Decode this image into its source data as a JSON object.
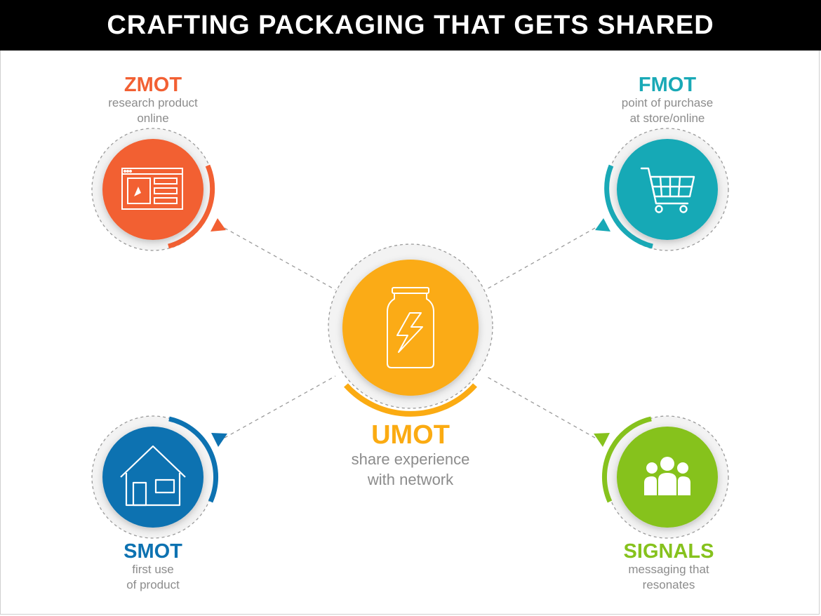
{
  "title": "CRAFTING PACKAGING THAT GETS SHARED",
  "colors": {
    "zmot": "#f26033",
    "fmot": "#19a9b6",
    "umot": "#fbab12",
    "smot": "#0d72b1",
    "signals": "#86c21d",
    "sub_text": "#8c8c8c"
  },
  "nodes": {
    "zmot": {
      "label": "ZMOT",
      "desc1": "research product",
      "desc2": "online",
      "icon": "browser-window-icon"
    },
    "fmot": {
      "label": "FMOT",
      "desc1": "point of purchase",
      "desc2": "at store/online",
      "icon": "shopping-cart-icon"
    },
    "umot": {
      "label": "UMOT",
      "desc1": "share experience",
      "desc2": "with network",
      "icon": "energy-drink-jar-icon"
    },
    "smot": {
      "label": "SMOT",
      "desc1": "first use",
      "desc2": "of product",
      "icon": "house-icon"
    },
    "signals": {
      "label": "SIGNALS",
      "desc1": "messaging that",
      "desc2": "resonates",
      "icon": "group-people-icon"
    }
  }
}
